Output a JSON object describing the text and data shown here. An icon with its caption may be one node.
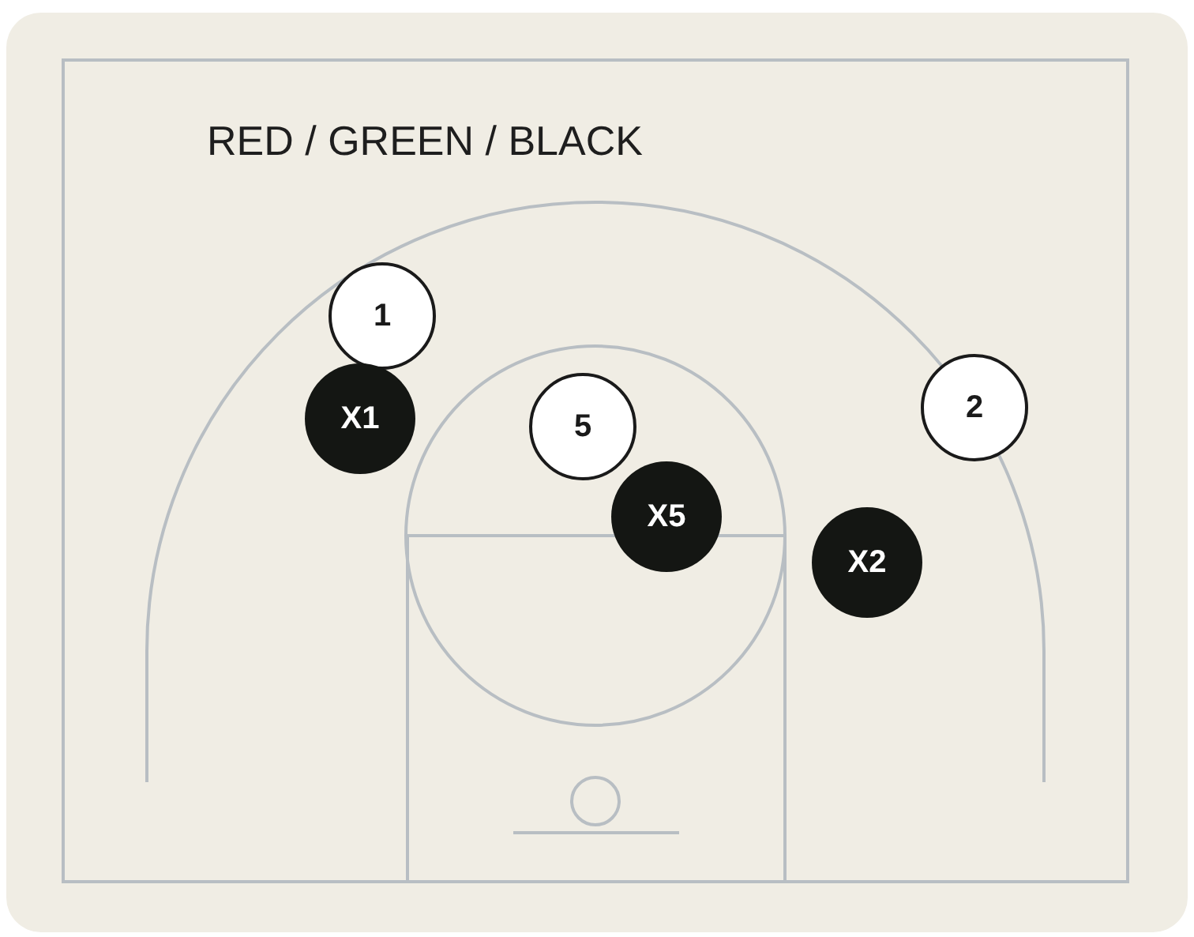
{
  "diagram": {
    "title": "RED / GREEN / BLACK",
    "nodes": [
      {
        "text": [
          "1"
        ]
      },
      {
        "text": [
          "X1"
        ]
      },
      {
        "text": [
          "5"
        ]
      },
      {
        "text": [
          "2"
        ]
      },
      {
        "text": [
          "X5"
        ]
      },
      {
        "text": [
          "X2"
        ]
      }
    ]
  }
}
